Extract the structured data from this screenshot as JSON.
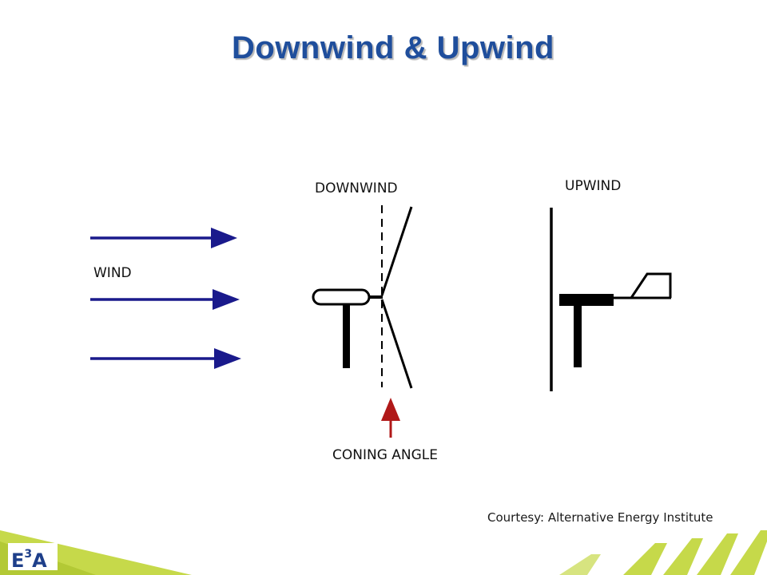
{
  "slide": {
    "title": "Downwind & Upwind",
    "courtesy": "Courtesy: Alternative Energy Institute"
  },
  "diagram": {
    "wind_label": "WIND",
    "downwind_label": "DOWNWIND",
    "upwind_label": "UPWIND",
    "coning_angle_label": "CONING ANGLE",
    "colors": {
      "wind_arrows": "#1a1a8c",
      "coning_arrow": "#b01818",
      "structure": "#000000"
    }
  },
  "footer": {
    "logo": "E3A",
    "colors": {
      "stripe_green": "#c6d94a",
      "logo_blue": "#1e3f8a"
    }
  }
}
